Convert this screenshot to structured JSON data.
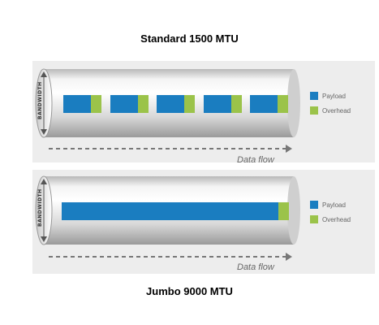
{
  "titles": {
    "top": "Standard 1500 MTU",
    "bottom": "Jumbo 9000 MTU"
  },
  "legend": {
    "payload_label": "Payload",
    "overhead_label": "Overhead"
  },
  "pipe": {
    "bandwidth_label": "BANDWIDTH",
    "flow_label": "Data flow"
  },
  "colors": {
    "payload": "#1a7dc0",
    "overhead": "#9bc34a",
    "panel": "#ededed"
  },
  "standard": {
    "packet_count": 5
  },
  "jumbo": {
    "packet_count": 1
  }
}
